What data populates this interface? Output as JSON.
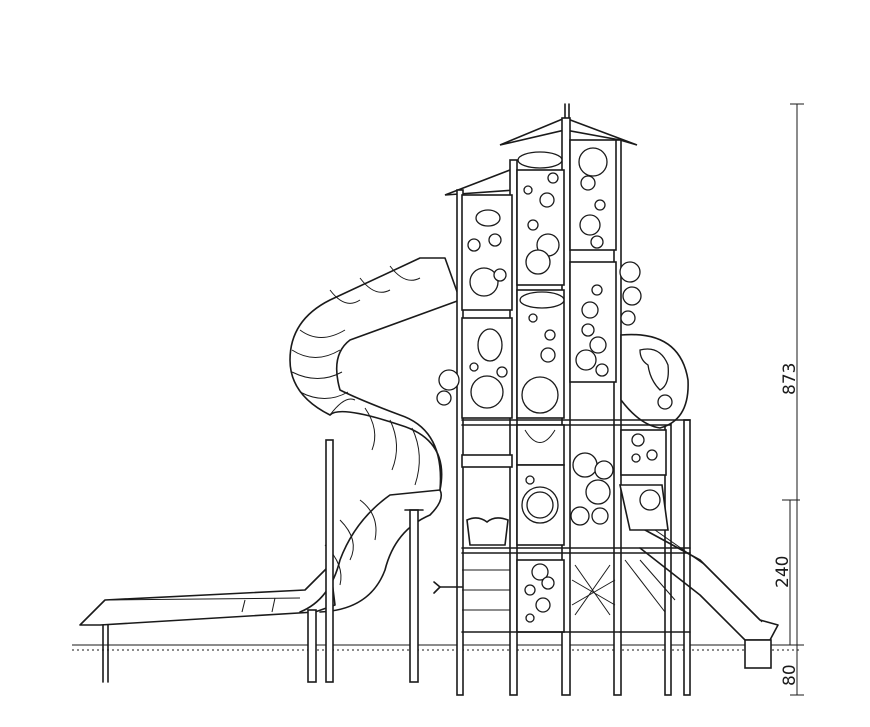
{
  "dimensions": {
    "total_height": "873",
    "platform_height": "240",
    "foundation_depth": "80"
  },
  "colors": {
    "line": "#1a1a1a",
    "background": "#ffffff"
  }
}
